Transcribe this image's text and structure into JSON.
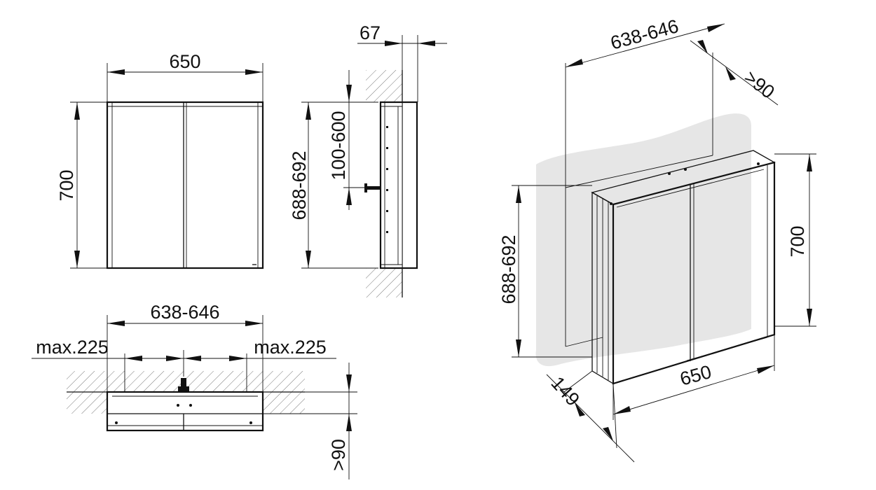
{
  "front_view": {
    "width_label": "650",
    "height_label": "700"
  },
  "side_view": {
    "depth_label": "67",
    "mount_height_label": "688-692",
    "connection_label": "100-600"
  },
  "top_view": {
    "width_label": "638-646",
    "max_left_label": "max.225",
    "max_right_label": "max.225",
    "clearance_label": ">90"
  },
  "iso_view": {
    "width_top_label": "638-646",
    "clearance_label": ">90",
    "mount_height_label": "688-692",
    "height_label": "700",
    "width_label": "650",
    "depth_label": "149"
  },
  "colors": {
    "line": "#111111",
    "wall_shadow": "#e6e6e6",
    "hatch": "#555555"
  }
}
